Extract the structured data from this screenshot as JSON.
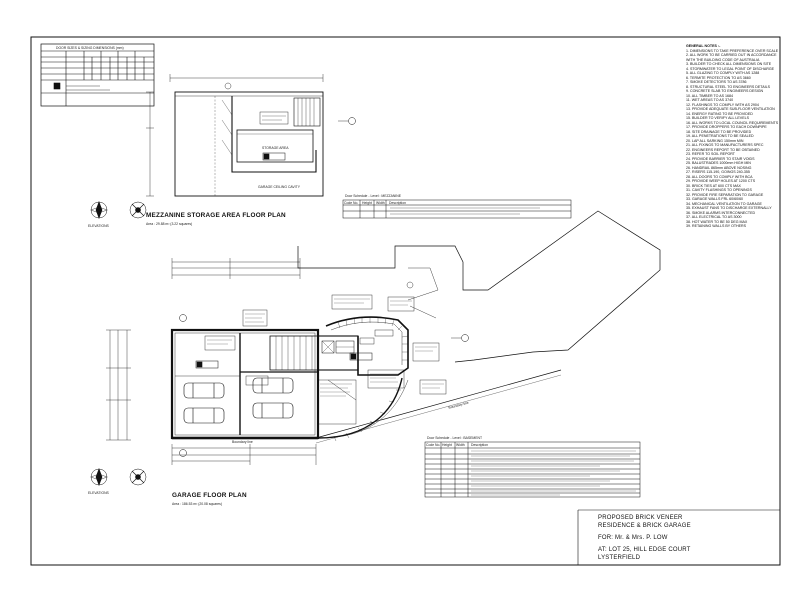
{
  "sheet": {
    "general_notes_heading": "GENERAL NOTES :-",
    "general_notes": [
      "1. DIMENSIONS TO TAKE PREFERENCE OVER SCALE",
      "2. ALL WORK TO BE CARRIED OUT IN ACCORDANCE",
      "   WITH THE BUILDING CODE OF AUSTRALIA",
      "3. BUILDER TO CHECK ALL DIMENSIONS ON SITE",
      "4. STORMWATER TO LEGAL POINT OF DISCHARGE",
      "5. ALL GLAZING TO COMPLY WITH AS 1288",
      "6. TERMITE PROTECTION TO AS 3660",
      "7. SMOKE DETECTORS TO AS 3786",
      "8. STRUCTURAL STEEL TO ENGINEERS DETAILS",
      "9. CONCRETE SLAB TO ENGINEERS DESIGN",
      "10. ALL TIMBER TO AS 1684",
      "11. WET AREAS TO AS 3740",
      "12. FLASHINGS TO COMPLY WITH AS 2904",
      "13. PROVIDE ADEQUATE SUB-FLOOR VENTILATION",
      "14. ENERGY RATING TO BE PROVIDED",
      "15. BUILDER TO VERIFY ALL LEVELS",
      "16. ALL WORKS TO LOCAL COUNCIL REQUIREMENTS",
      "17. PROVIDE DROPPERS TO EACH DOWNPIPE",
      "18. SITE DRAINAGE TO BE PROVIDED",
      "19. ALL PENETRATIONS TO BE SEALED",
      "20. LAP ALL SARKING 150mm MIN",
      "21. ALL FIXINGS TO MANUFACTURERS SPEC",
      "22. ENGINEERS REPORT TO BE OBTAINED",
      "23. REFER TO SOIL REPORT",
      "24. PROVIDE BARRIER TO STAIR VOIDS",
      "25. BALUSTRADES 1000mm HIGH MIN",
      "26. HANDRAIL 865mm ABOVE NOSING",
      "27. RISERS 115-190, GOINGS 240-355",
      "28. ALL DOORS TO COMPLY WITH BCA",
      "29. PROVIDE WEEP HOLES AT 1200 CTS",
      "30. BRICK TIES AT 600 CTS MAX",
      "31. CAVITY FLASHINGS TO OPENINGS",
      "32. PROVIDE FIRE SEPARATION TO GARAGE",
      "33. GARAGE WALLS FRL 60/60/60",
      "34. MECHANICAL VENTILATION TO GARAGE",
      "35. EXHAUST FANS TO DISCHARGE EXTERNALLY",
      "36. SMOKE ALARMS INTERCONNECTED",
      "37. ALL ELECTRICAL TO AS 3000",
      "38. HOT WATER TO BE 50 DEG MAX",
      "39. RETAINING WALLS BY OTHERS"
    ],
    "table_top_title": "DOOR SIZES & SIZING DIMENSIONS (mm)",
    "mezz_schedule_title": "Door Schedule - Level : MEZZANINE",
    "base_schedule_title": "Door Schedule - Level : BASEMENT",
    "schedule_headers": [
      "Code No.",
      "Height",
      "Width",
      "Description"
    ],
    "mezz_title": "MEZZANINE STORAGE AREA FLOOR PLAN",
    "mezz_area": "Area : 29.88 m² (3.22 squares)",
    "garage_title": "GARAGE FLOOR PLAN",
    "garage_area": "Area : 186.53 m² (20.08 squares)",
    "elevations_label": "ELEVATIONS",
    "storage_label": "STORAGE AREA",
    "garage_ceiling": "GARAGE CEILING CAVITY",
    "boundary_label": "Boundary line",
    "title_block": {
      "line1": "PROPOSED BRICK VENEER",
      "line2": "RESIDENCE & BRICK GARAGE",
      "line3": "FOR: Mr. & Mrs. P. LOW",
      "line4": "AT: LOT 25, HILL EDGE COURT",
      "line5": "LYSTERFIELD"
    }
  },
  "colors": {
    "ink": "#111111",
    "paper": "#ffffff"
  }
}
